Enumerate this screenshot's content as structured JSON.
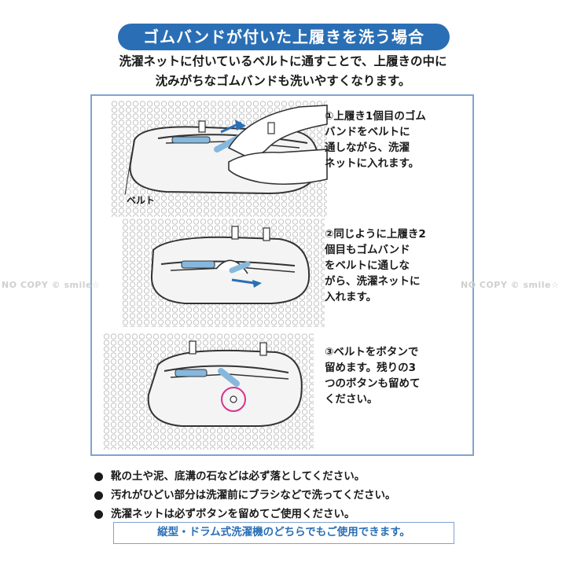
{
  "header": {
    "title": "ゴムバンドが付いた上履きを洗う場合",
    "intro_line1": "洗濯ネットに付いているベルトに通すことで、上履きの中に",
    "intro_line2": "沈みがちなゴムバンドも洗いやすくなります。"
  },
  "steps": [
    {
      "lines": [
        "①上履き1個目のゴム",
        "バンドをベルトに",
        "通しながら、洗濯",
        "ネットに入れます。"
      ]
    },
    {
      "lines": [
        "②同じように上履き2",
        "個目もゴムバンド",
        "をベルトに通しな",
        "がら、洗濯ネットに",
        "入れます。"
      ]
    },
    {
      "lines": [
        "③ベルトをボタンで",
        "留めます。残りの3",
        "つのボタンも留めて",
        "ください。"
      ]
    }
  ],
  "illustration": {
    "belt_label": "ベルト",
    "accent_color": "#86b8dd",
    "circle_color": "#d6338a"
  },
  "watermarks": {
    "left": "NO COPY © smile☆",
    "right": "NO COPY © smile☆"
  },
  "notes": [
    "靴の土や泥、底溝の石などは必ず落としてください。",
    "汚れがひどい部分は洗濯前にブラシなどで洗ってください。",
    "洗濯ネットは必ずボタンを留めてご使用ください。"
  ],
  "footer": {
    "text": "縦型・ドラム式洗濯機のどちらでもご使用できます。"
  },
  "colors": {
    "brand_blue": "#2a6fb5",
    "panel_border": "#7fa3cf"
  }
}
